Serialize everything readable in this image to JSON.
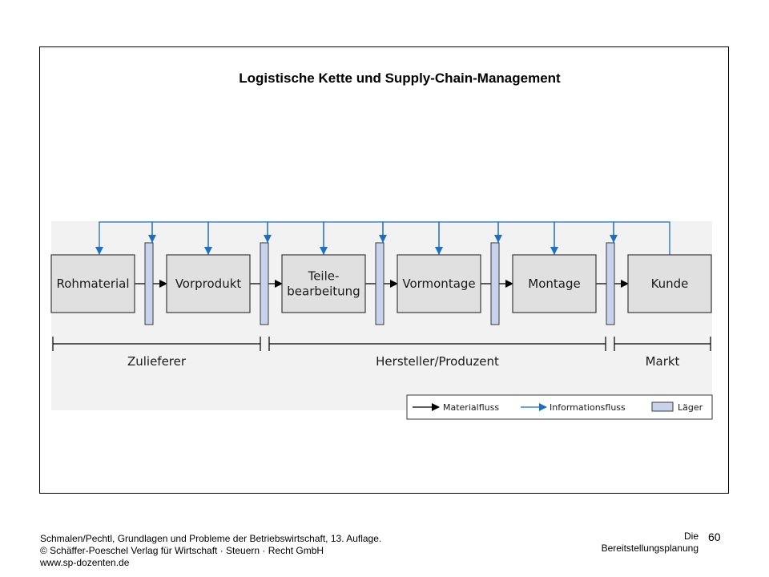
{
  "title": "Logistische Kette und Supply-Chain-Management",
  "stages": [
    {
      "lines": [
        "Rohmaterial"
      ]
    },
    {
      "lines": [
        "Vorprodukt"
      ]
    },
    {
      "lines": [
        "Teile-",
        "bearbeitung"
      ]
    },
    {
      "lines": [
        "Vormontage"
      ]
    },
    {
      "lines": [
        "Montage"
      ]
    },
    {
      "lines": [
        "Kunde"
      ]
    }
  ],
  "segments": [
    "Zulieferer",
    "Hersteller/Produzent",
    "Markt"
  ],
  "legend": {
    "material": "Materialfluss",
    "information": "Informationsfluss",
    "storage": "Läger"
  },
  "colors": {
    "panel": "#f2f2f2",
    "box": "#e0e0e0",
    "storage": "#c6d3ea",
    "info_arrow": "#1f6fbf",
    "material_arrow": "#000000"
  },
  "footer": {
    "citation": "Schmalen/Pechtl, Grundlagen und Probleme der Betriebswirtschaft, 13. Auflage.",
    "copyright": "© Schäffer-Poeschel Verlag für Wirtschaft · Steuern · Recht GmbH",
    "website": "www.sp-dozenten.de",
    "chapter_line1": "Die",
    "chapter_line2": "Bereitstellungsplanung",
    "page": "60"
  }
}
